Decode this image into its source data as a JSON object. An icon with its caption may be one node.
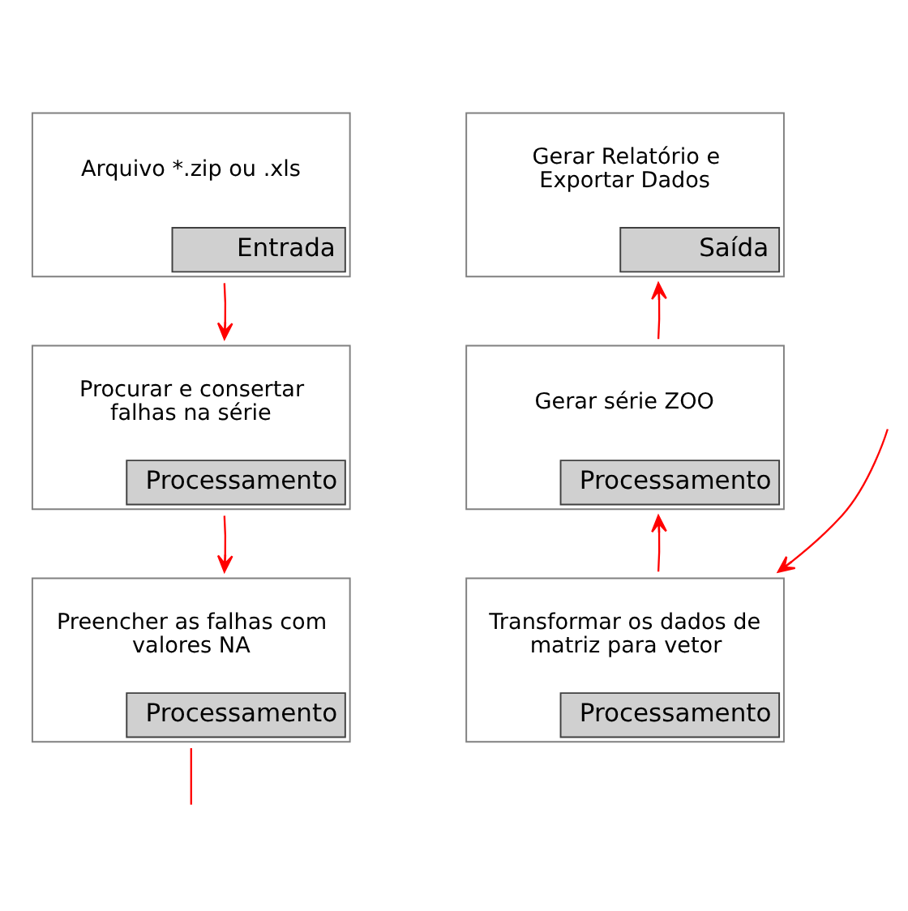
{
  "diagram": {
    "nodes": [
      {
        "text": [
          "Arquivo *.zip ou .xls",
          "Entrada"
        ]
      },
      {
        "text": [
          "Gerar Relatório e Exportar Dados",
          "Saída"
        ]
      },
      {
        "text": [
          "Procurar e consertar falhas na série",
          "Processamento"
        ]
      },
      {
        "text": [
          "Gerar série ZOO",
          "Processamento"
        ]
      },
      {
        "text": [
          "Preencher as falhas com valores NA",
          "Processamento"
        ]
      },
      {
        "text": [
          "Transformar os dados de matriz para vetor",
          "Processamento"
        ]
      }
    ],
    "edges": [
      {
        "from": 0,
        "to": 2,
        "arrow": "to"
      },
      {
        "from": 2,
        "to": 4,
        "arrow": "to"
      },
      {
        "from": 4,
        "to": null,
        "arrow": "none"
      },
      {
        "from": null,
        "to": 5,
        "arrow": "to"
      },
      {
        "from": 5,
        "to": 3,
        "arrow": "to"
      },
      {
        "from": 3,
        "to": 1,
        "arrow": "to"
      }
    ]
  }
}
